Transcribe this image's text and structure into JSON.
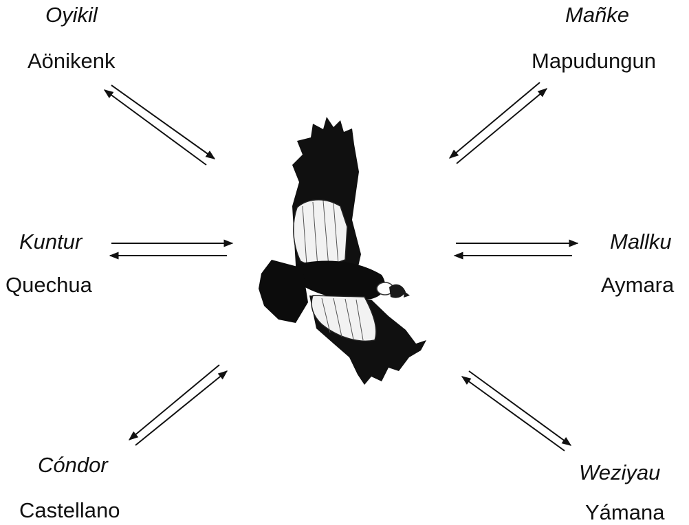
{
  "center": {
    "icon": "condor-in-flight-icon"
  },
  "languages": [
    {
      "term": "Oyikil",
      "language": "Aönikenk"
    },
    {
      "term": "Mañke",
      "language": "Mapudungun"
    },
    {
      "term": "Kuntur",
      "language": "Quechua"
    },
    {
      "term": "Mallku",
      "language": "Aymara"
    },
    {
      "term": "Cóndor",
      "language": "Castellano"
    },
    {
      "term": "Weziyau",
      "language": "Yámana"
    }
  ],
  "colors": {
    "ink": "#111111",
    "background": "#ffffff"
  }
}
